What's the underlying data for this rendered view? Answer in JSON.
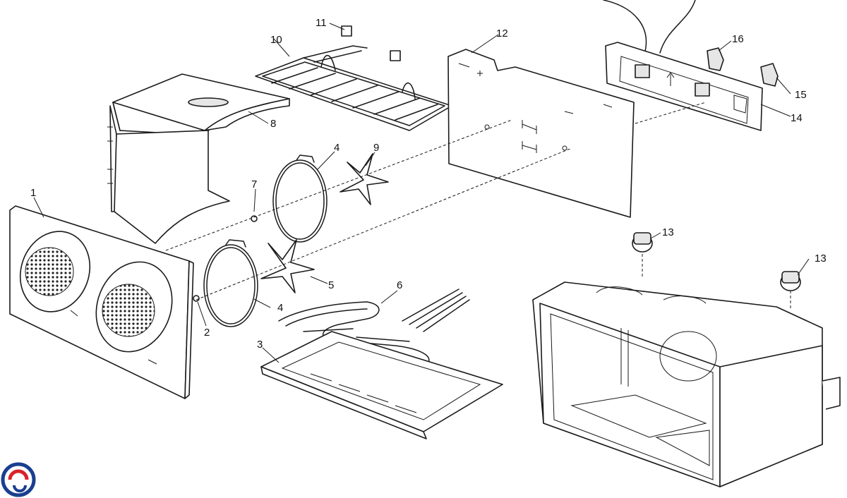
{
  "diagram": {
    "callouts": [
      {
        "id": "c1",
        "text": "1"
      },
      {
        "id": "c2",
        "text": "2"
      },
      {
        "id": "c3",
        "text": "3"
      },
      {
        "id": "c4a",
        "text": "4"
      },
      {
        "id": "c4b",
        "text": "4"
      },
      {
        "id": "c5",
        "text": "5"
      },
      {
        "id": "c6",
        "text": "6"
      },
      {
        "id": "c7",
        "text": "7"
      },
      {
        "id": "c8",
        "text": "8"
      },
      {
        "id": "c9",
        "text": "9"
      },
      {
        "id": "c10",
        "text": "10"
      },
      {
        "id": "c11",
        "text": "11"
      },
      {
        "id": "c12",
        "text": "12"
      },
      {
        "id": "c13a",
        "text": "13"
      },
      {
        "id": "c13b",
        "text": "13"
      },
      {
        "id": "c14",
        "text": "14"
      },
      {
        "id": "c15",
        "text": "15"
      },
      {
        "id": "c16",
        "text": "16"
      }
    ],
    "logo": {
      "colors": [
        "#1a3f8f",
        "#d8232a"
      ]
    }
  }
}
